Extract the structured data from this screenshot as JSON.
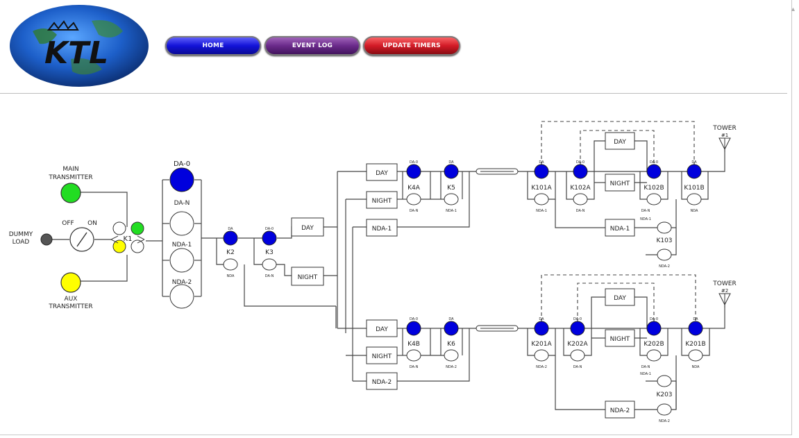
{
  "nav": {
    "home": "HOME",
    "event_log": "EVENT LOG",
    "update_timers": "UPDATE TIMERS"
  },
  "logo": {
    "text": "KTL"
  },
  "colors": {
    "relay_on": "#0000dd",
    "main_tx": "#22dd22",
    "aux_tx": "#ffff00",
    "dummy": "#555555",
    "home_btn": "#1a1ad6",
    "event_btn": "#6a2a8a",
    "timers_btn": "#d21a26"
  },
  "left": {
    "main_transmitter": [
      "MAIN",
      "TRANSMITTER"
    ],
    "aux_transmitter": [
      "AUX",
      "TRANSMITTER"
    ],
    "dummy_load": [
      "DUMMY",
      "LOAD"
    ],
    "switch_off": "OFF",
    "switch_on": "ON",
    "k1": "K1"
  },
  "modes": {
    "da0": "DA-0",
    "dan": "DA-N",
    "nda1": "NDA-1",
    "nda2": "NDA-2"
  },
  "relays": {
    "k2": "K2",
    "k3": "K3",
    "k4a": "K4A",
    "k5": "K5",
    "k4b": "K4B",
    "k6": "K6",
    "k101a": "K101A",
    "k102a": "K102A",
    "k102b": "K102B",
    "k101b": "K101B",
    "k103": "K103",
    "k201a": "K201A",
    "k202a": "K202A",
    "k202b": "K202B",
    "k201b": "K201B",
    "k203": "K203"
  },
  "boxes": {
    "day": "DAY",
    "night": "NIGHT",
    "nda1": "NDA-1",
    "nda2": "NDA-2"
  },
  "towers": {
    "t1": [
      "TOWER",
      "#1"
    ],
    "t2": [
      "TOWER",
      "#2"
    ]
  },
  "small_labels": {
    "da": "DA",
    "da0": "DA-0",
    "dan": "DA-N",
    "nda": "NDA",
    "nda1": "NDA-1",
    "nda2": "NDA-2"
  }
}
